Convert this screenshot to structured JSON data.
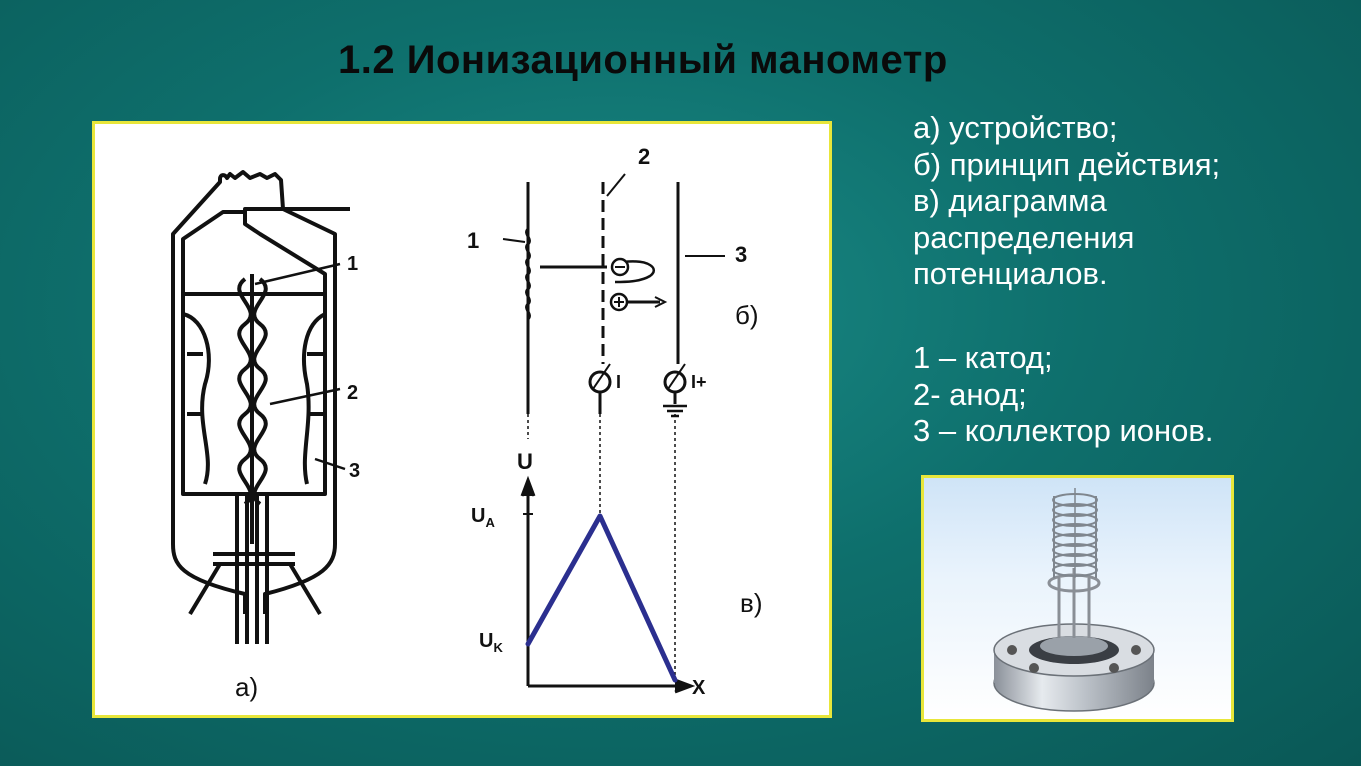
{
  "title": "1.2 Ионизационный манометр",
  "captions": [
    "а) устройство;",
    "б) принцип действия;",
    "в) диаграмма",
    "распределения",
    "потенциалов."
  ],
  "legend": [
    "1 – катод;",
    "2- анод;",
    "3 – коллектор ионов."
  ],
  "diagram": {
    "label_a": "а)",
    "label_b": "б)",
    "label_v": "в)",
    "num1_left": "1",
    "num2_left": "2",
    "num3_left": "3",
    "num1_mid": "1",
    "num2_mid": "2",
    "num3_mid": "3",
    "meter_minus": "I",
    "meter_plus": "I+",
    "axis_u": "U",
    "axis_ua": "U",
    "axis_ua_sub": "A",
    "axis_uk": "U",
    "axis_uk_sub": "K",
    "axis_x": "X"
  },
  "colors": {
    "background": "#0e6f6c",
    "frame": "#e8e63a",
    "potential_line": "#2b2f8f"
  }
}
